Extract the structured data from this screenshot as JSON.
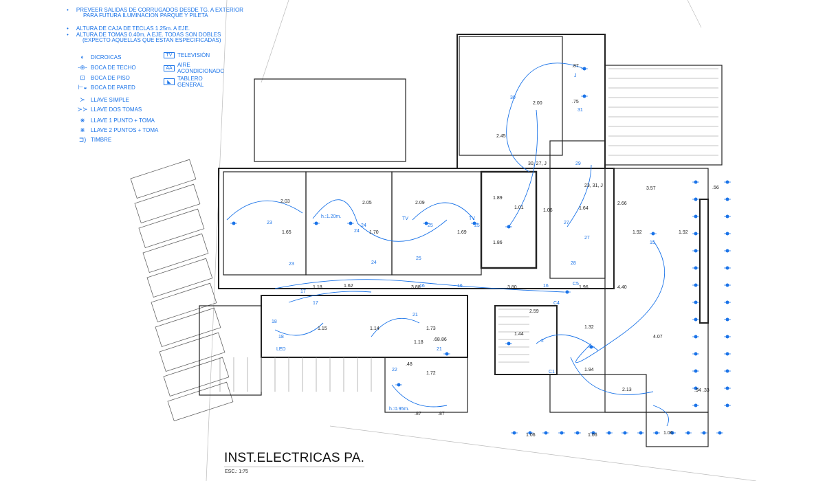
{
  "notes": [
    "PREVEER SALIDAS DE CORRUGADOS DESDE TG. A EXTERIOR",
    "PARA FUTURA ILUMINACION PARQUE Y PILETA",
    "ALTURA DE CAJA DE TECLAS 1.25m. A EJE.",
    "ALTURA DE TOMAS 0.40m. A EJE. TODAS SON DOBLES",
    "(EXPECTO AQUELLAS QUE ESTAN ESPECIFICADAS)"
  ],
  "legend_left": [
    {
      "icon": "dichroic-icon",
      "symbol": "◐",
      "label": "DICROICAS"
    },
    {
      "icon": "ceiling-outlet-icon",
      "symbol": "-⊕-",
      "label": "BOCA DE TECHO"
    },
    {
      "icon": "floor-outlet-icon",
      "symbol": "⊡",
      "label": "BOCA DE PISO"
    },
    {
      "icon": "wall-outlet-icon",
      "symbol": "⊢◒",
      "label": "BOCA DE PARED"
    },
    {
      "icon": "simple-switch-icon",
      "symbol": "≻",
      "label": "LLAVE SIMPLE"
    },
    {
      "icon": "double-socket-icon",
      "symbol": "≻≻",
      "label": "LLAVE DOS TOMAS"
    },
    {
      "icon": "switch-1-point-socket-icon",
      "symbol": "⋇",
      "label": "LLAVE 1 PUNTO + TOMA"
    },
    {
      "icon": "switch-2-points-socket-icon",
      "symbol": "⋇",
      "label": "LLAVE 2 PUNTOS + TOMA"
    },
    {
      "icon": "doorbell-icon",
      "symbol": "⊐)",
      "label": "TIMBRE"
    }
  ],
  "legend_right": [
    {
      "icon": "tv-icon",
      "symbol": "TV",
      "label": "TELEVISIÓN"
    },
    {
      "icon": "air-conditioner-icon",
      "symbol": "AA",
      "label": "AIRE ACONDICIONADO"
    },
    {
      "icon": "main-panel-icon",
      "symbol": "◣",
      "label": "TABLERO GENERAL"
    }
  ],
  "plan_labels": [
    "2.00",
    "2.45",
    ".87",
    ".75",
    "30, 27, J",
    "23, 31, J",
    "2.03",
    "2.05",
    "2.09",
    "1.89",
    "1.86",
    "1.65",
    "1.70",
    "1.69",
    "1.06",
    "1.01",
    "1.64",
    "1.96",
    "3.57",
    "1.92",
    "1.92",
    "2.66",
    "4.40",
    "1.18",
    "1.62",
    "3.88",
    "3.80",
    "1.44",
    "1.32",
    "1.94",
    "4.07",
    "2.13",
    "1.06",
    "1.06",
    "1.06",
    ".56",
    ".94",
    ".33",
    ".87",
    ".87",
    ".48",
    ".86",
    ".68",
    "1.15",
    "1.14",
    "1.18",
    "1.72",
    "1.73",
    "2.59"
  ],
  "circuit_labels": [
    "23",
    "24",
    "25",
    "24",
    "25",
    "23",
    "24",
    "25",
    "16",
    "16",
    "16",
    "17",
    "17",
    "18",
    "18",
    "21",
    "21",
    "22",
    "27",
    "27",
    "28",
    "29",
    "31",
    "30",
    "15",
    "2",
    "C1",
    "C4",
    "C5",
    "J",
    "h.:0.95m.",
    "h.:1.20m.",
    "LED",
    "TV",
    "TV"
  ],
  "title": "INST.ELECTRICAS PA.",
  "scale": "ESC.: 1:75",
  "colors": {
    "circuit": "#1a73e8",
    "walls": "#222222",
    "hatch": "#888888"
  }
}
